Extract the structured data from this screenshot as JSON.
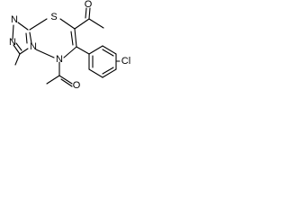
{
  "molecule": {
    "atoms": {
      "N_top": "N",
      "N_mid": "N",
      "N_bottom": "N",
      "N_ring": "N",
      "S": "S",
      "O_top": "O",
      "O_bottom": "O",
      "Cl": "Cl"
    },
    "colors": {
      "ink": "#000000",
      "background": "#ffffff"
    }
  }
}
